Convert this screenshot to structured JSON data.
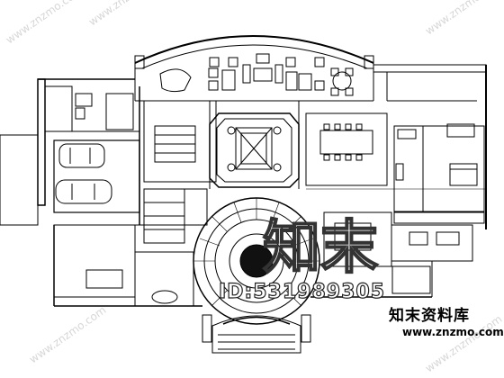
{
  "watermarks": {
    "diagonal": "www.znzmo.com",
    "id_text": "ID:531989305",
    "brand": "知末资料库",
    "site": "www.znzmo.com",
    "big": "知末"
  },
  "colors": {
    "line": "#000000",
    "background": "#ffffff",
    "watermark": "#d7d7d7"
  }
}
